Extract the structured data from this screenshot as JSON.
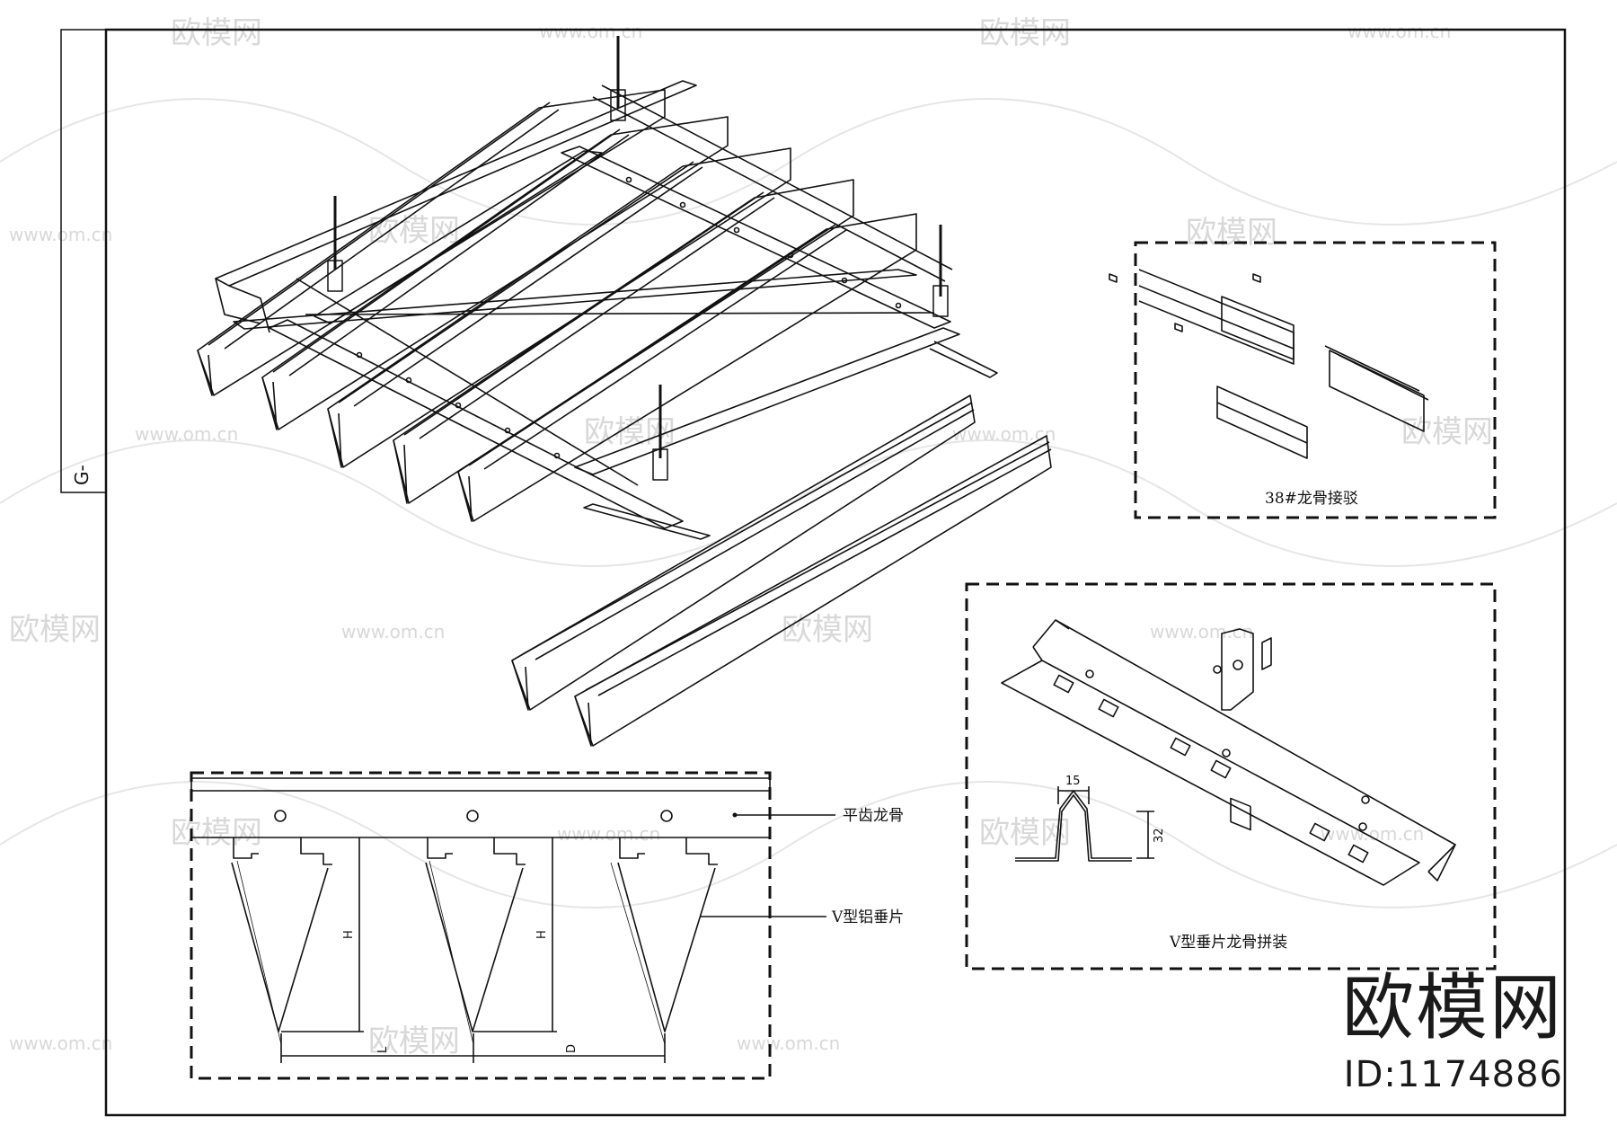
{
  "sheet": {
    "side_tab_label": "G-"
  },
  "details": {
    "joint": {
      "caption": "38#龙骨接驳"
    },
    "assembly": {
      "caption": "V型垂片龙骨拼装",
      "dim_width": "15",
      "dim_height": "32"
    },
    "profile": {
      "label_keel": "平齿龙骨",
      "label_blade": "V型铝垂片",
      "dim_h1": "H",
      "dim_h2": "H",
      "dim_l": "L",
      "dim_d": "D"
    }
  },
  "watermarks": {
    "logo_text": "欧模网",
    "site_text": "www.om.cn"
  },
  "brand": {
    "name": "欧模网",
    "id_text": "ID:1174886"
  },
  "colors": {
    "line": "#111111",
    "watermark": "#d8d8d8"
  }
}
